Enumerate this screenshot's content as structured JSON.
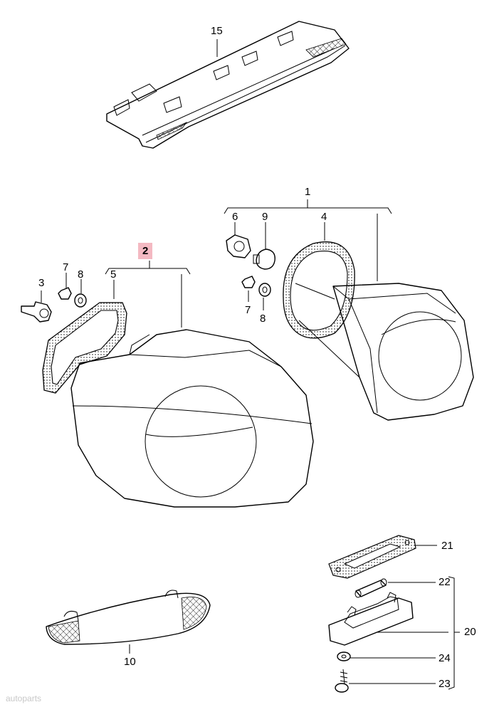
{
  "diagram": {
    "callouts": {
      "c15": "15",
      "c1": "1",
      "c2": "2",
      "c3": "3",
      "c4": "4",
      "c5": "5",
      "c6": "6",
      "c7a": "7",
      "c7b": "7",
      "c8a": "8",
      "c8b": "8",
      "c9": "9",
      "c10": "10",
      "c20": "20",
      "c21": "21",
      "c22": "22",
      "c23": "23",
      "c24": "24"
    },
    "highlight_color": "#f4b9c2",
    "watermark": "autoparts"
  }
}
